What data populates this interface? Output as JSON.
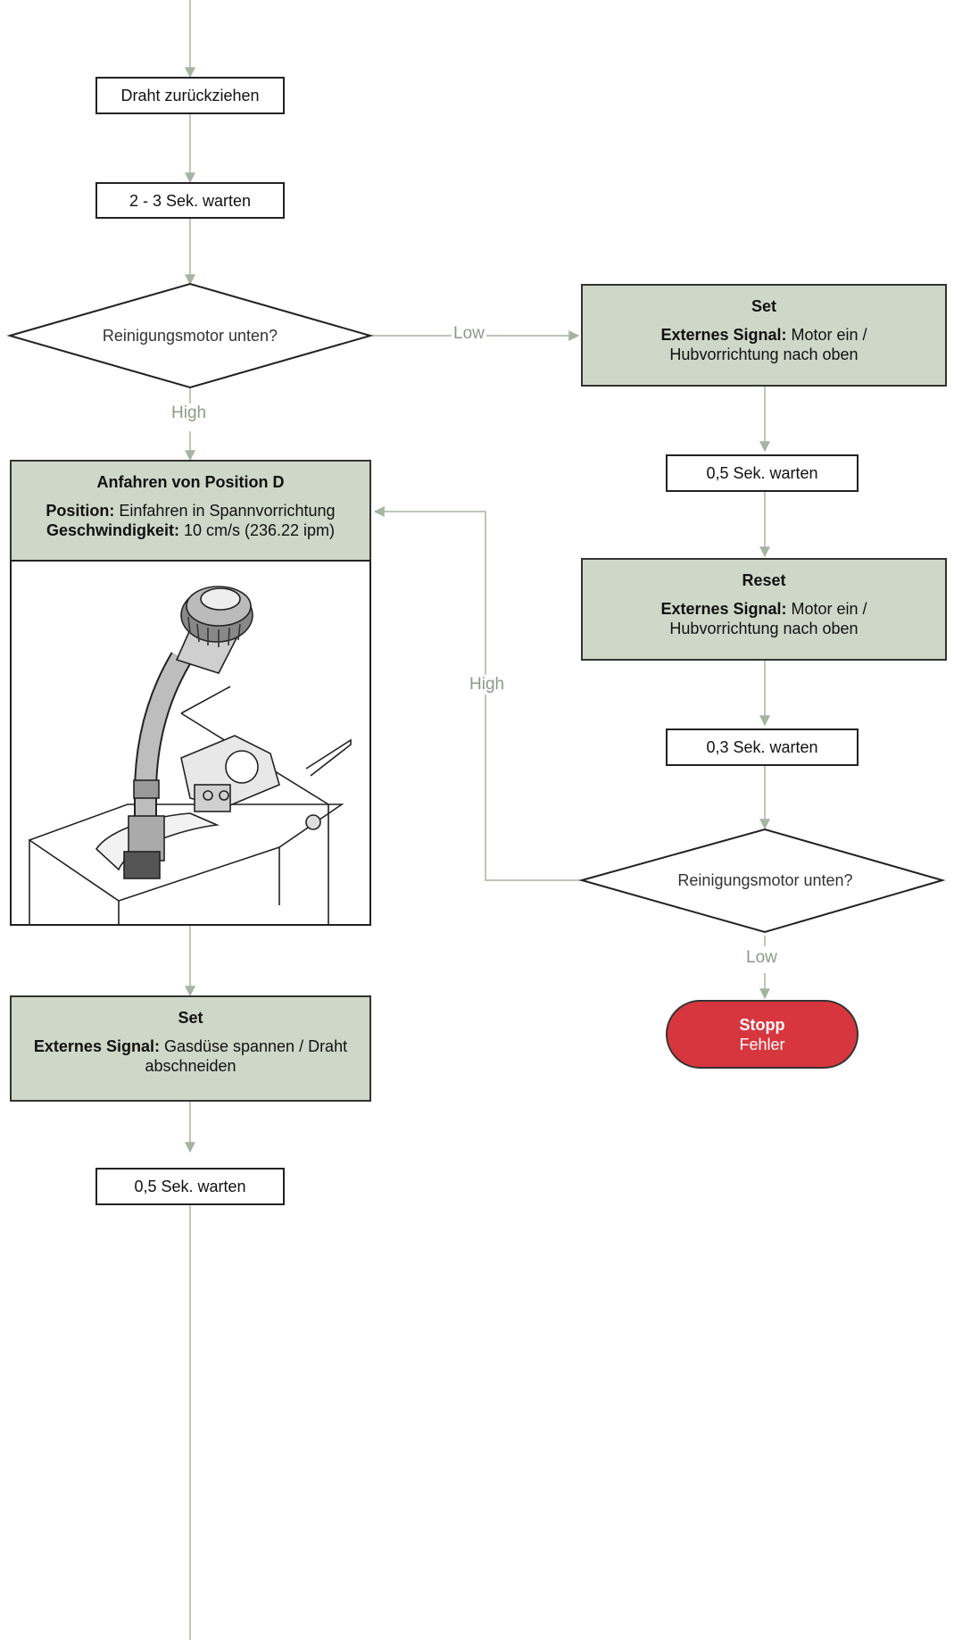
{
  "colors": {
    "connector": "#a8b4a3",
    "label": "#8c9a89",
    "green_box": "#cfd7c8",
    "stop_fill": "#d8363e"
  },
  "steps": {
    "retract": "Draht zurückziehen",
    "wait_2_3": "2 - 3 Sek. warten",
    "decision_1": "Reinigungsmotor unten?",
    "set_1": {
      "title": "Set",
      "label": "Externes Signal:",
      "text": " Motor ein / Hubvorrichtung nach oben"
    },
    "wait_05_a": "0,5 Sek. warten",
    "reset": {
      "title": "Reset",
      "label": "Externes Signal:",
      "text": " Motor ein / Hubvorrichtung nach oben"
    },
    "wait_03": "0,3 Sek. warten",
    "decision_2": "Reinigungsmotor unten?",
    "stop": {
      "title": "Stopp",
      "text": "Fehler"
    },
    "position_d": {
      "title": "Anfahren von Position D",
      "pos_label": "Position:",
      "pos_text": " Einfahren in Spannvorrichtung",
      "speed_label": "Geschwindigkeit:",
      "speed_text": " 10 cm/s (236.22 ipm)"
    },
    "set_2": {
      "title": "Set",
      "label": "Externes Signal:",
      "text": " Gasdüse spannen / Draht abschneiden"
    },
    "wait_05_b": "0,5 Sek. warten"
  },
  "labels": {
    "low_1": "Low",
    "high_1": "High",
    "high_2": "High",
    "low_2": "Low"
  },
  "icons": {
    "illustration": "nozzle-clamp-illustration"
  }
}
